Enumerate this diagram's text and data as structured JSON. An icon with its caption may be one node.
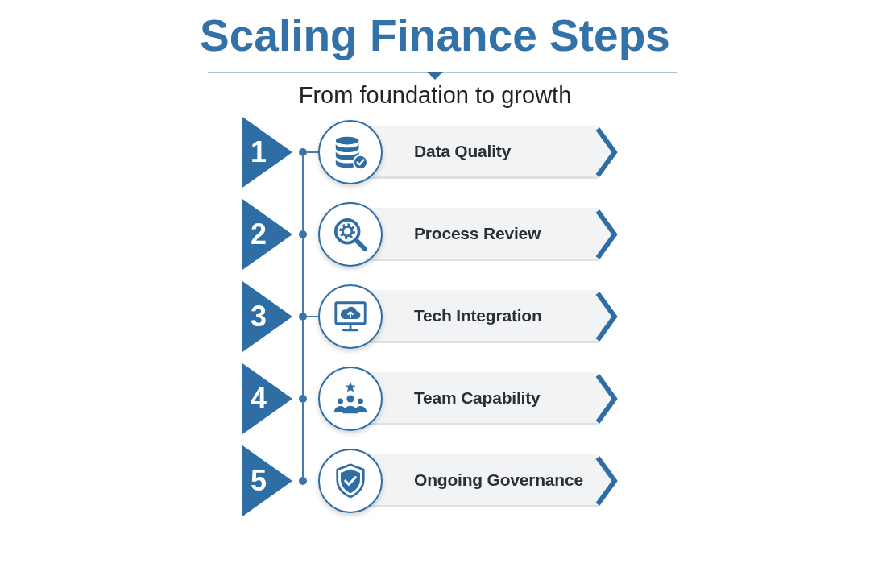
{
  "diagram": {
    "title": "Scaling Finance Steps",
    "nodes": [
      {
        "text": [
          "1"
        ]
      },
      {
        "text": [],
        "shape": "circle"
      },
      {
        "text": [],
        "shape": "circle"
      },
      {
        "text": [
          "Data Quality"
        ]
      },
      {
        "text": [
          "2"
        ]
      },
      {
        "text": [],
        "shape": "circle"
      },
      {
        "text": [],
        "shape": "circle"
      },
      {
        "text": [
          "Process Review"
        ]
      },
      {
        "text": [
          "3"
        ]
      },
      {
        "text": [],
        "shape": "circle"
      },
      {
        "text": [],
        "shape": "circle"
      },
      {
        "text": [
          "Tech Integration"
        ]
      },
      {
        "text": [
          "4"
        ]
      },
      {
        "text": [],
        "shape": "circle"
      },
      {
        "text": [],
        "shape": "circle"
      },
      {
        "text": [
          "Team Capability"
        ]
      },
      {
        "text": [
          "5"
        ]
      },
      {
        "text": [],
        "shape": "circle"
      },
      {
        "text": [],
        "shape": "circle"
      },
      {
        "text": [
          "Ongoing Governance"
        ]
      }
    ],
    "edges": [
      {
        "from": 1,
        "to": 2,
        "arrow": "none"
      },
      {
        "from": 1,
        "to": 5,
        "arrow": "none"
      },
      {
        "from": 5,
        "to": 9,
        "arrow": "none"
      },
      {
        "from": 9,
        "to": 10,
        "arrow": "none"
      },
      {
        "from": 9,
        "to": 13,
        "arrow": "none"
      },
      {
        "from": 13,
        "to": 17,
        "arrow": "none"
      }
    ],
    "labels": [
      "From foundation to growth"
    ]
  }
}
